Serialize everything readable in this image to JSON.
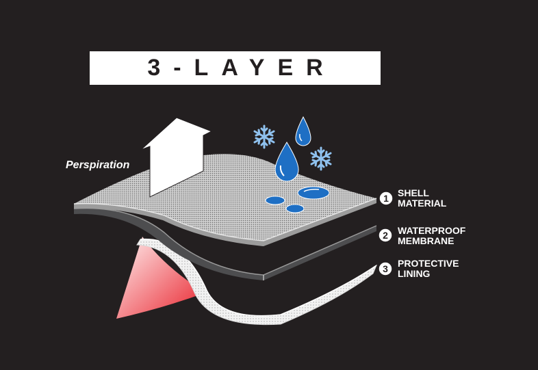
{
  "title": "3-LAYER",
  "perspiration_label": "Perspiration",
  "layers": [
    {
      "number": "1",
      "line1": "SHELL",
      "line2": "MATERIAL"
    },
    {
      "number": "2",
      "line1": "WATERPROOF",
      "line2": "MEMBRANE"
    },
    {
      "number": "3",
      "line1": "PROTECTIVE",
      "line2": "LINING"
    }
  ],
  "icons": [
    "snowflake-icon",
    "water-drop-icon",
    "up-arrow-icon"
  ],
  "colors": {
    "background": "#231f20",
    "drop": "#1e6fc4",
    "snowflake": "#8fc1ee",
    "heat": "#e8202a"
  }
}
